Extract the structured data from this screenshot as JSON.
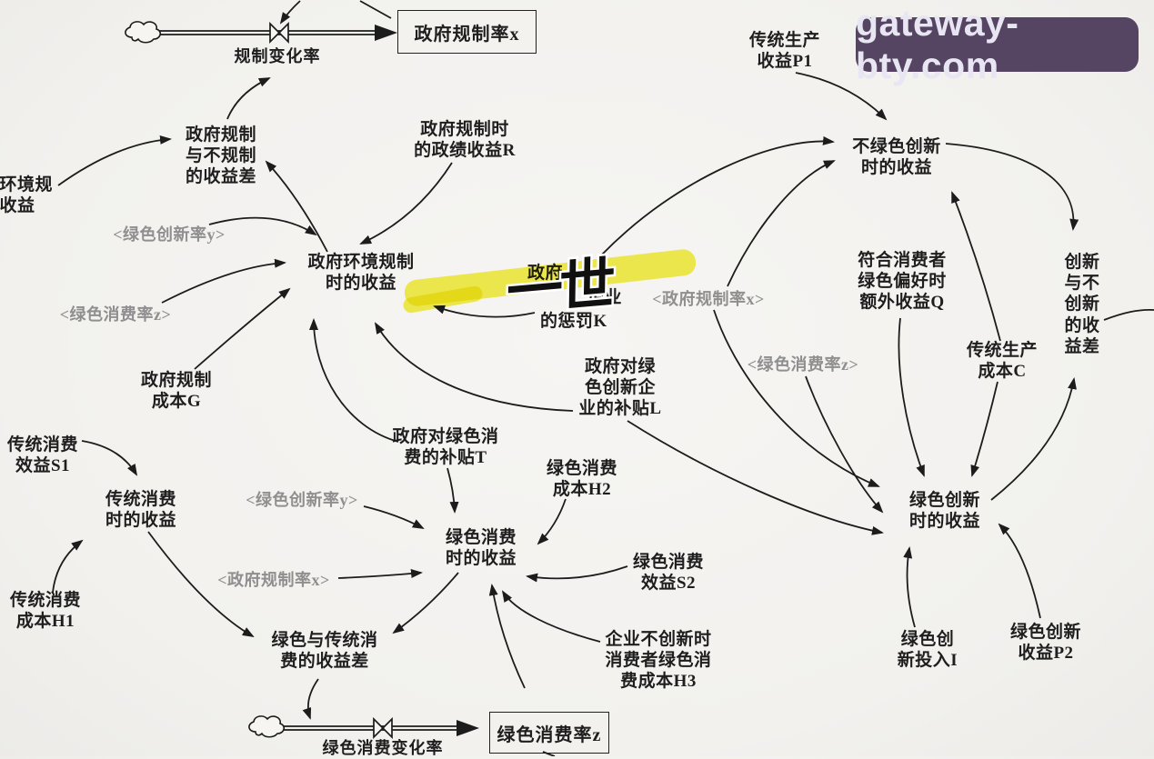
{
  "watermark": {
    "text": "gateway-bty.com",
    "bg_color": "#564463",
    "text_color": "#e8e6f2"
  },
  "graffiti": {
    "text": "一世"
  },
  "highlight_color": "#f4ee32",
  "diagram": {
    "stocks": [
      {
        "id": "gov-regulation-rate",
        "label": "政府规制率x"
      },
      {
        "id": "green-consumption-rate",
        "label": "绿色消费率z"
      }
    ],
    "flow_labels": [
      {
        "id": "regulation-change-rate",
        "label": "规制变化率"
      },
      {
        "id": "green-consumption-change-rate",
        "label": "绿色消费变化率"
      }
    ],
    "nodes": [
      {
        "id": "payoff-diff-regulate-vs-not",
        "label": "政府规制\n与不规制\n的收益差"
      },
      {
        "id": "performance-gain-R",
        "label": "政府规制时\n的政绩收益R"
      },
      {
        "id": "no-env-regulation-payoff",
        "label": "不环境规\n的收益"
      },
      {
        "id": "env-regulation-payoff",
        "label": "政府环境规制\n时的收益"
      },
      {
        "id": "regulation-cost-G",
        "label": "政府规制\n成本G"
      },
      {
        "id": "subsidy-L",
        "label": "政府对绿\n色创新企\n业的补贴L"
      },
      {
        "id": "subsidy-T",
        "label": "政府对绿色消\n费的补贴T"
      },
      {
        "id": "green-consumption-cost-H2",
        "label": "绿色消费\n成本H2"
      },
      {
        "id": "green-consumption-payoff",
        "label": "绿色消费\n时的收益"
      },
      {
        "id": "green-consumption-benefit-S2",
        "label": "绿色消费\n效益S2"
      },
      {
        "id": "consumer-green-cost-H3",
        "label": "企业不创新时\n消费者绿色消\n费成本H3"
      },
      {
        "id": "green-vs-trad-consumption-diff",
        "label": "绿色与传统消\n费的收益差"
      },
      {
        "id": "trad-consumption-benefit-S1",
        "label": "传统消费\n效益S1"
      },
      {
        "id": "trad-consumption-payoff",
        "label": "传统消费\n时的收益"
      },
      {
        "id": "trad-consumption-cost-H1",
        "label": "传统消费\n成本H1"
      },
      {
        "id": "trad-production-gain-P1",
        "label": "传统生产\n收益P1"
      },
      {
        "id": "no-green-innovation-payoff",
        "label": "不绿色创新\n时的收益"
      },
      {
        "id": "consumer-preference-gain-Q",
        "label": "符合消费者\n绿色偏好时\n额外收益Q"
      },
      {
        "id": "trad-production-cost-C",
        "label": "传统生产\n成本C"
      },
      {
        "id": "innovation-payoff-diff",
        "label": "创新\n与不\n创新\n的收\n益差"
      },
      {
        "id": "green-innovation-payoff",
        "label": "绿色创新\n时的收益"
      },
      {
        "id": "green-innovation-investment-I",
        "label": "绿色创\n新投入I"
      },
      {
        "id": "green-innovation-gain-P2",
        "label": "绿色创新\n收益P2"
      }
    ],
    "punishment": {
      "line1": "政府",
      "line2": "企业",
      "line3": "的惩罚K"
    },
    "shadow_variables": [
      {
        "id": "green-innovation-rate-y-1",
        "label": "<绿色创新率y>"
      },
      {
        "id": "green-consumption-rate-z-1",
        "label": "<绿色消费率z>"
      },
      {
        "id": "gov-regulation-rate-x-1",
        "label": "<政府规制率x>"
      },
      {
        "id": "green-consumption-rate-z-2",
        "label": "<绿色消费率z>"
      },
      {
        "id": "green-innovation-rate-y-2",
        "label": "<绿色创新率y>"
      },
      {
        "id": "gov-regulation-rate-x-2",
        "label": "<政府规制率x>"
      }
    ]
  }
}
